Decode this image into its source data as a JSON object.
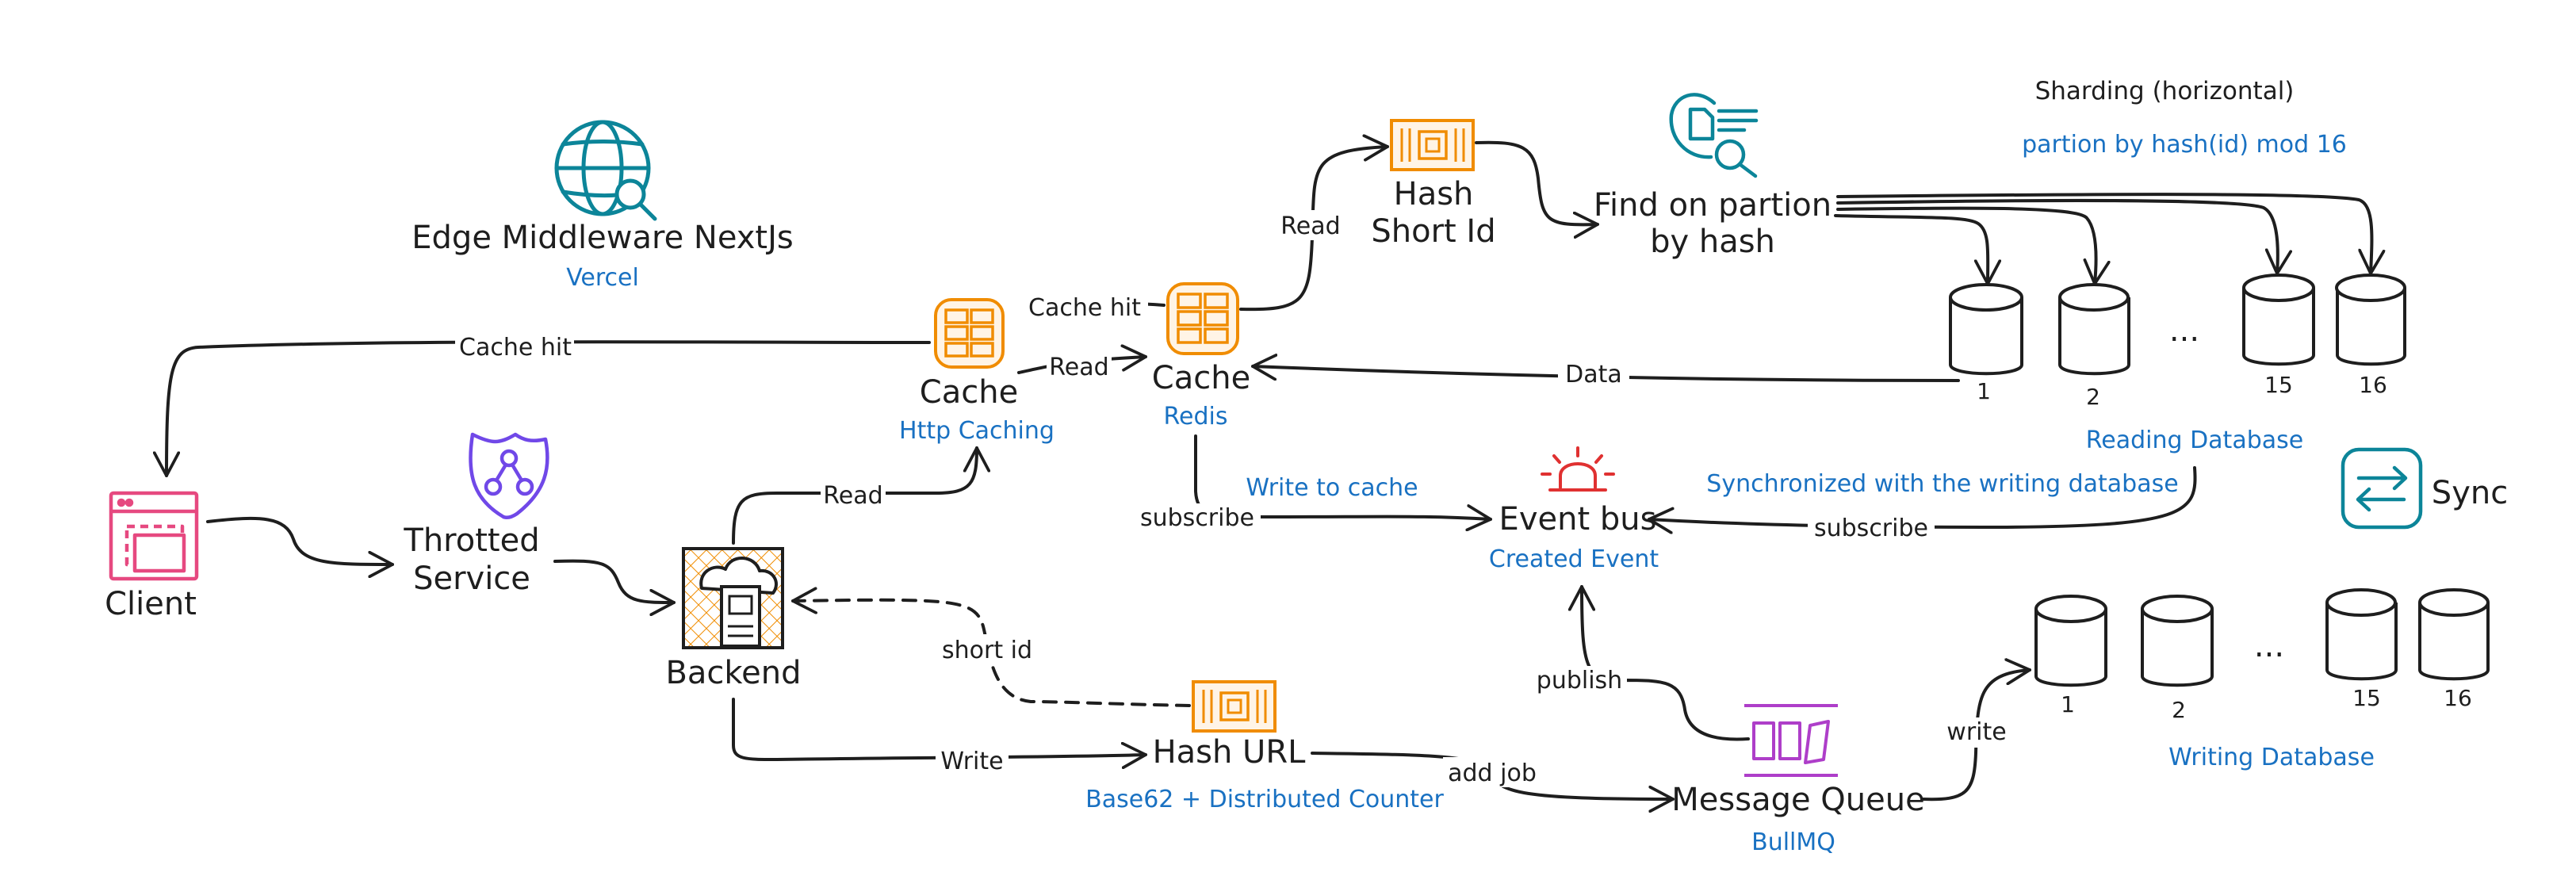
{
  "nodes": {
    "edge": {
      "title": "Edge Middleware NextJs",
      "subtitle": "Vercel"
    },
    "client": {
      "title": "Client"
    },
    "throttled": {
      "line1": "Throtted",
      "line2": "Service"
    },
    "backend": {
      "title": "Backend"
    },
    "http_cache": {
      "title": "Cache",
      "subtitle": "Http Caching"
    },
    "redis_cache": {
      "title": "Cache",
      "subtitle": "Redis"
    },
    "hash_short": {
      "line1": "Hash",
      "line2": "Short Id"
    },
    "find": {
      "line1": "Find on partion",
      "line2": "by hash"
    },
    "event_bus": {
      "title": "Event bus",
      "subtitle": "Created Event"
    },
    "hash_url": {
      "title": "Hash URL",
      "subtitle": "Base62 + Distributed Counter"
    },
    "message_queue": {
      "title": "Message Queue",
      "subtitle": "BullMQ"
    },
    "sync": {
      "title": "Sync"
    }
  },
  "sharding": {
    "title": "Sharding (horizontal)",
    "subtitle": "partion by hash(id) mod 16"
  },
  "reading_db": {
    "label": "Reading Database",
    "nums": [
      "1",
      "2",
      "15",
      "16"
    ],
    "ellipsis": "..."
  },
  "writing_db": {
    "label": "Writing Database",
    "nums": [
      "1",
      "2",
      "15",
      "16"
    ],
    "ellipsis": "..."
  },
  "annotations": {
    "write_to_cache": "Write to cache",
    "synchronized": "Synchronized with the writing database"
  },
  "edges": {
    "cache_hit_client": "Cache hit",
    "cache_hit_redis": "Cache hit",
    "read_http_redis": "Read",
    "read_backend_cache": "Read",
    "read_redis_hash": "Read",
    "data": "Data",
    "subscribe_redis": "subscribe",
    "subscribe_db": "subscribe",
    "short_id": "short id",
    "write": "Write",
    "add_job": "add job",
    "publish": "publish",
    "write_db": "write"
  },
  "colors": {
    "ink": "#1e1e1e",
    "blue": "#1971c2",
    "orange": "#f08c00",
    "teal": "#0c8599",
    "pink": "#e64980",
    "purple": "#7048e8",
    "magenta": "#ae3ec9",
    "red": "#e03131"
  },
  "icons": {
    "edge": "globe-search-icon",
    "client": "browser-window-icon",
    "throttled": "shield-network-icon",
    "backend": "server-cloud-icon",
    "cache": "cache-grid-icon",
    "hash": "chip-icon",
    "find": "document-search-icon",
    "event_bus": "alarm-light-icon",
    "queue": "message-queue-icon",
    "sync": "sync-arrows-icon",
    "database": "database-cylinder-icon"
  }
}
